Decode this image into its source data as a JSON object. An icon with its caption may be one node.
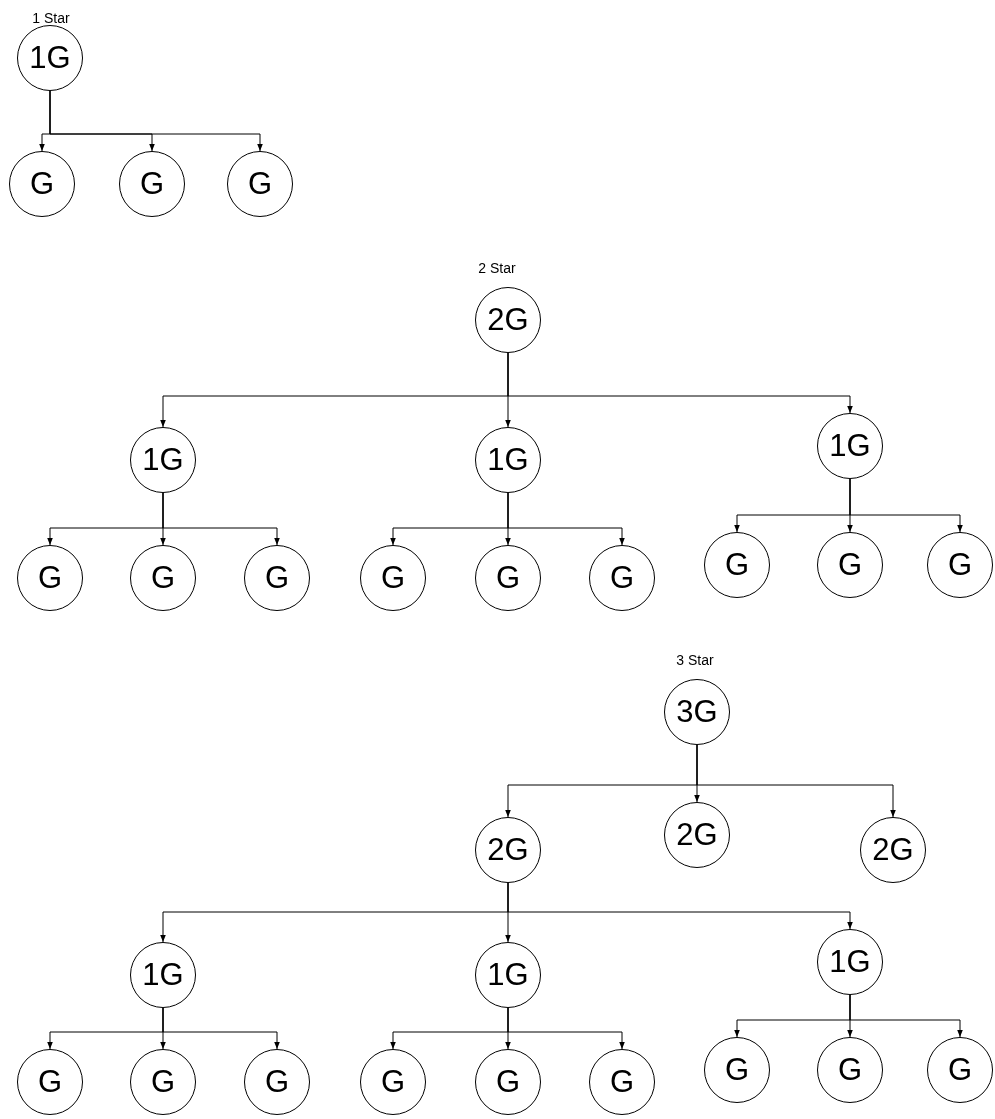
{
  "diagram": {
    "nodes": [
      {
        "text": [
          "1G"
        ]
      },
      {
        "text": [
          "G"
        ]
      },
      {
        "text": [
          "G"
        ]
      },
      {
        "text": [
          "G"
        ]
      },
      {
        "text": [
          "2G"
        ]
      },
      {
        "text": [
          "1G"
        ]
      },
      {
        "text": [
          "1G"
        ]
      },
      {
        "text": [
          "1G"
        ]
      },
      {
        "text": [
          "G"
        ]
      },
      {
        "text": [
          "G"
        ]
      },
      {
        "text": [
          "G"
        ]
      },
      {
        "text": [
          "G"
        ]
      },
      {
        "text": [
          "G"
        ]
      },
      {
        "text": [
          "G"
        ]
      },
      {
        "text": [
          "G"
        ]
      },
      {
        "text": [
          "G"
        ]
      },
      {
        "text": [
          "G"
        ]
      },
      {
        "text": [
          "3G"
        ]
      },
      {
        "text": [
          "2G"
        ]
      },
      {
        "text": [
          "2G"
        ]
      },
      {
        "text": [
          "2G"
        ]
      },
      {
        "text": [
          "1G"
        ]
      },
      {
        "text": [
          "1G"
        ]
      },
      {
        "text": [
          "1G"
        ]
      },
      {
        "text": [
          "G"
        ]
      },
      {
        "text": [
          "G"
        ]
      },
      {
        "text": [
          "G"
        ]
      },
      {
        "text": [
          "G"
        ]
      },
      {
        "text": [
          "G"
        ]
      },
      {
        "text": [
          "G"
        ]
      },
      {
        "text": [
          "G"
        ]
      },
      {
        "text": [
          "G"
        ]
      },
      {
        "text": [
          "G"
        ]
      }
    ],
    "edges": [
      {
        "from": 0,
        "to": 1,
        "arrow": "to"
      },
      {
        "from": 0,
        "to": 2,
        "arrow": "to"
      },
      {
        "from": 0,
        "to": 3,
        "arrow": "to"
      },
      {
        "from": 4,
        "to": 5,
        "arrow": "to"
      },
      {
        "from": 4,
        "to": 6,
        "arrow": "to"
      },
      {
        "from": 4,
        "to": 7,
        "arrow": "to"
      },
      {
        "from": 5,
        "to": 8,
        "arrow": "to"
      },
      {
        "from": 5,
        "to": 9,
        "arrow": "to"
      },
      {
        "from": 5,
        "to": 10,
        "arrow": "to"
      },
      {
        "from": 6,
        "to": 11,
        "arrow": "to"
      },
      {
        "from": 6,
        "to": 12,
        "arrow": "to"
      },
      {
        "from": 6,
        "to": 13,
        "arrow": "to"
      },
      {
        "from": 7,
        "to": 14,
        "arrow": "to"
      },
      {
        "from": 7,
        "to": 15,
        "arrow": "to"
      },
      {
        "from": 7,
        "to": 16,
        "arrow": "to"
      },
      {
        "from": 17,
        "to": 18,
        "arrow": "to"
      },
      {
        "from": 17,
        "to": 19,
        "arrow": "to"
      },
      {
        "from": 17,
        "to": 20,
        "arrow": "to"
      },
      {
        "from": 18,
        "to": 21,
        "arrow": "to"
      },
      {
        "from": 18,
        "to": 22,
        "arrow": "to"
      },
      {
        "from": 18,
        "to": 23,
        "arrow": "to"
      },
      {
        "from": 21,
        "to": 24,
        "arrow": "to"
      },
      {
        "from": 21,
        "to": 25,
        "arrow": "to"
      },
      {
        "from": 21,
        "to": 26,
        "arrow": "to"
      },
      {
        "from": 22,
        "to": 27,
        "arrow": "to"
      },
      {
        "from": 22,
        "to": 28,
        "arrow": "to"
      },
      {
        "from": 22,
        "to": 29,
        "arrow": "to"
      },
      {
        "from": 23,
        "to": 30,
        "arrow": "to"
      },
      {
        "from": 23,
        "to": 31,
        "arrow": "to"
      },
      {
        "from": 23,
        "to": 32,
        "arrow": "to"
      }
    ],
    "labels": [
      "1 Star",
      "2 Star",
      "3 Star"
    ]
  }
}
